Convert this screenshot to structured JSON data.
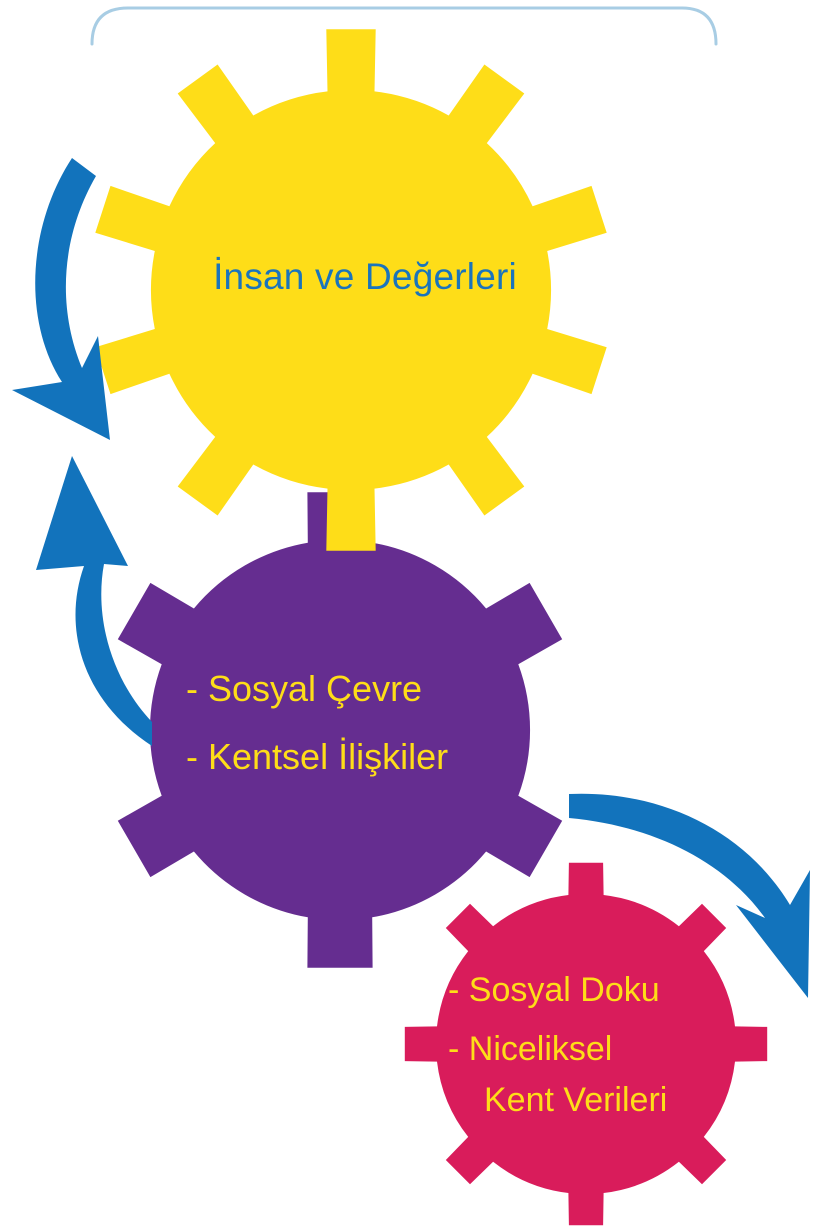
{
  "colors": {
    "bracket": "#a8cde4",
    "arrow": "#1273bc",
    "gear_top": "#fedd18",
    "gear_middle": "#652d90",
    "gear_bottom": "#d91c5b",
    "text_blue": "#1a74bc",
    "text_yellow": "#fedd18"
  },
  "gears": {
    "top": {
      "label": "İnsan ve Değerleri",
      "icon": "gear-icon"
    },
    "middle": {
      "lines": [
        "- Sosyal Çevre",
        "- Kentsel İlişkiler"
      ],
      "icon": "gear-icon"
    },
    "bottom": {
      "lines": [
        "- Sosyal Doku",
        "- Niceliksel",
        "Kent Verileri"
      ],
      "icon": "gear-icon"
    }
  },
  "arrows": [
    {
      "name": "top-left-arrow",
      "direction": "down"
    },
    {
      "name": "middle-left-arrow",
      "direction": "up"
    },
    {
      "name": "right-arrow",
      "direction": "down"
    }
  ]
}
